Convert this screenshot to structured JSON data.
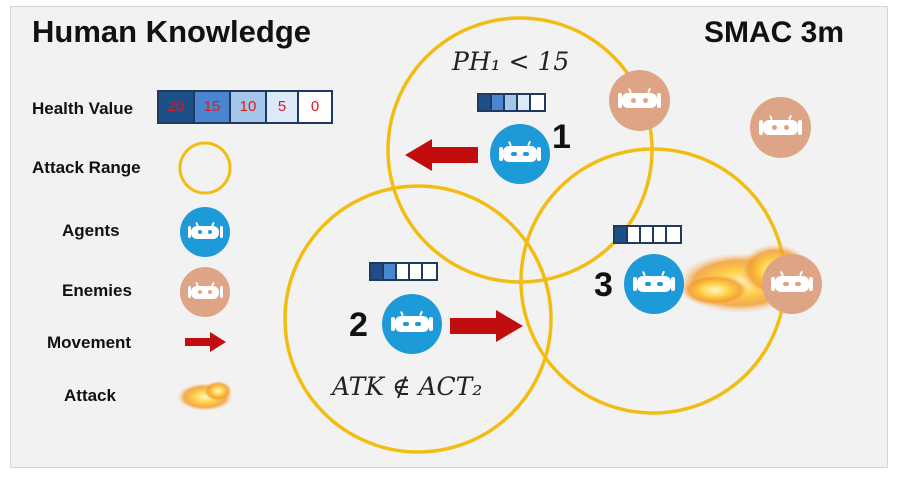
{
  "title": "Human Knowledge",
  "scenario": "SMAC 3m",
  "legend": {
    "health_label": "Health Value",
    "health_values": [
      "20",
      "15",
      "10",
      "5",
      "0"
    ],
    "range_label": "Attack Range",
    "agents_label": "Agents",
    "enemies_label": "Enemies",
    "movement_label": "Movement",
    "attack_label": "Attack"
  },
  "agents": [
    {
      "id": "1",
      "health_level": 1
    },
    {
      "id": "2",
      "health_level": 3
    },
    {
      "id": "3",
      "health_level": 4
    }
  ],
  "conditions": {
    "agent1": "PH₁ < 15",
    "agent2": "ATK ∉ ACT₂"
  },
  "colors": {
    "agent": "#1e9ad8",
    "enemy": "#dda585",
    "range": "#f2bd12",
    "arrow": "#c10d0d",
    "health": [
      "#1d4f89",
      "#4a85cf",
      "#a5c5ea",
      "#dce9f7",
      "#ffffff"
    ]
  }
}
